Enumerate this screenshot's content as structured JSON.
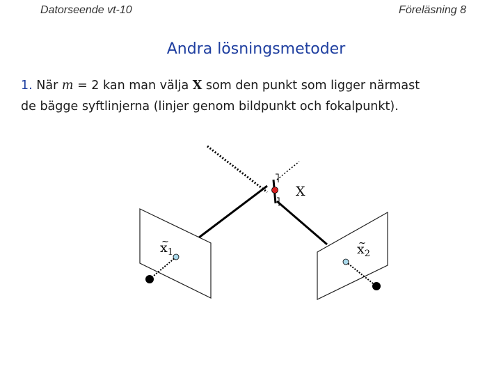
{
  "header": {
    "left": "Datorseende vt-10",
    "right": "Föreläsning 8"
  },
  "slide": {
    "title": "Andra lösningsmetoder",
    "item_number": "1.",
    "item_text_1": "När",
    "item_math_m": "m",
    "item_math_eq": "= 2",
    "item_text_2": "kan man välja",
    "item_math_X": "X",
    "item_text_3": "som den punkt som ligger närmast",
    "item_line2": "de bägge syftlinjerna (linjer genom bildpunkt och fokalpunkt)."
  },
  "figure": {
    "label_X": "X",
    "label_x1_base": "x",
    "label_x1_sub": "1",
    "label_x2_base": "x",
    "label_x2_sub": "2",
    "colors": {
      "point_X": "#d62020",
      "image_point": "#a9d8ea",
      "camera_center": "#000000"
    }
  }
}
